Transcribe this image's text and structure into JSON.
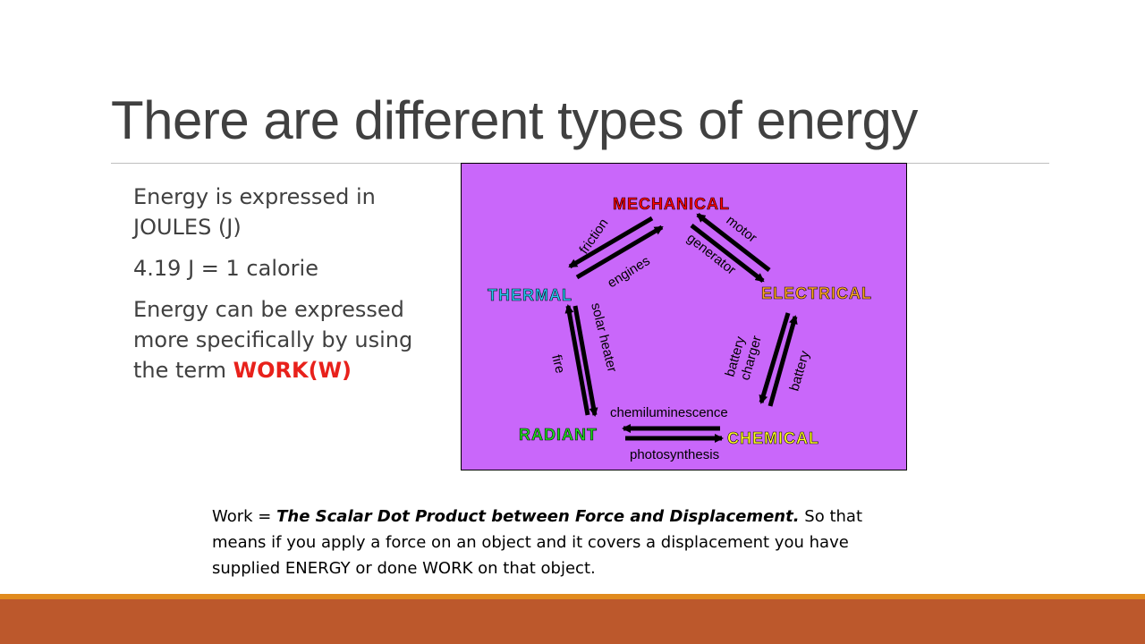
{
  "slide": {
    "title": "There are different types of energy",
    "bullets": [
      "Energy is expressed in JOULES (J)",
      "4.19 J = 1 calorie"
    ],
    "bullet3_prefix": "Energy can be expressed more specifically by using the term ",
    "bullet3_highlight": "WORK(W)"
  },
  "diagram": {
    "background": "#c967fa",
    "nodes": {
      "mechanical": {
        "label": "MECHANICAL",
        "color": "#ff0000"
      },
      "electrical": {
        "label": "ELECTRICAL",
        "color": "#ffa726"
      },
      "thermal": {
        "label": "THERMAL",
        "color": "#29c7f2"
      },
      "radiant": {
        "label": "RADIANT",
        "color": "#22dd22"
      },
      "chemical": {
        "label": "CHEMICAL",
        "color": "#ffff22"
      }
    },
    "arrow_labels": {
      "friction": "friction",
      "engines": "engines",
      "motor": "motor",
      "generator": "generator",
      "solar_heater": "solar heater",
      "fire": "fire",
      "battery_charger_1": "battery",
      "battery_charger_2": "charger",
      "battery": "battery",
      "chemiluminescence": "chemiluminescence",
      "photosynthesis": "photosynthesis"
    }
  },
  "work_note": {
    "prefix": "Work = ",
    "definition": "The Scalar Dot Product between Force and Displacement.",
    "rest": " So that means if you apply a force on an object and it covers a displacement you have supplied ENERGY or done WORK on that object."
  },
  "colors": {
    "title": "#404040",
    "highlight": "#e8211b",
    "bar_top": "#e18b1e",
    "bar": "#bc582c"
  }
}
